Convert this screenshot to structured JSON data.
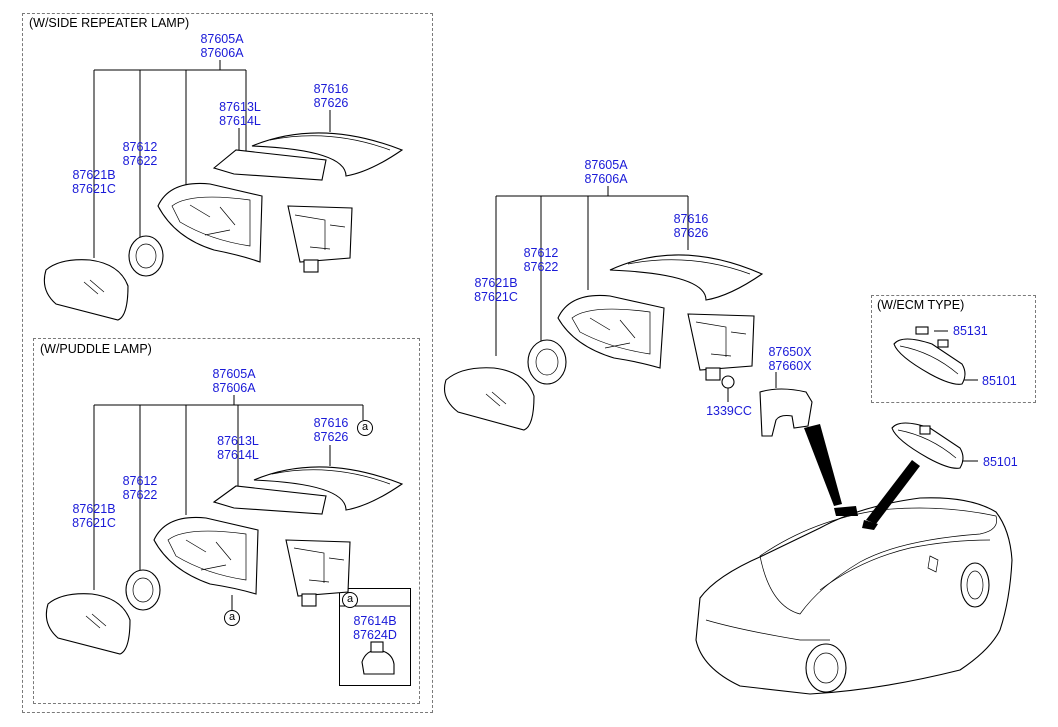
{
  "sections": {
    "side_repeater": {
      "title": "(W/SIDE REPEATER LAMP)",
      "parts": {
        "mirror_assy": "87605A\n87606A",
        "scalp": "87616\n87626",
        "repeater": "87613L\n87614L",
        "actuator": "87612\n87622",
        "glass": "87621B\n87621C"
      }
    },
    "puddle": {
      "title": "(W/PUDDLE LAMP)",
      "parts": {
        "mirror_assy": "87605A\n87606A",
        "scalp": "87616\n87626",
        "repeater": "87613L\n87614L",
        "actuator": "87612\n87622",
        "glass": "87621B\n87621C",
        "puddle_lamp": "87614B\n87624D"
      },
      "ref_marker": "a"
    },
    "main": {
      "parts": {
        "mirror_assy": "87605A\n87606A",
        "scalp": "87616\n87626",
        "actuator": "87612\n87622",
        "glass": "87621B\n87621C",
        "cover": "87650X\n87660X",
        "nut": "1339CC",
        "inside_mirror": "85101"
      }
    },
    "ecm": {
      "title": "(W/ECM TYPE)",
      "parts": {
        "harness": "85131",
        "inside_mirror": "85101"
      }
    }
  }
}
